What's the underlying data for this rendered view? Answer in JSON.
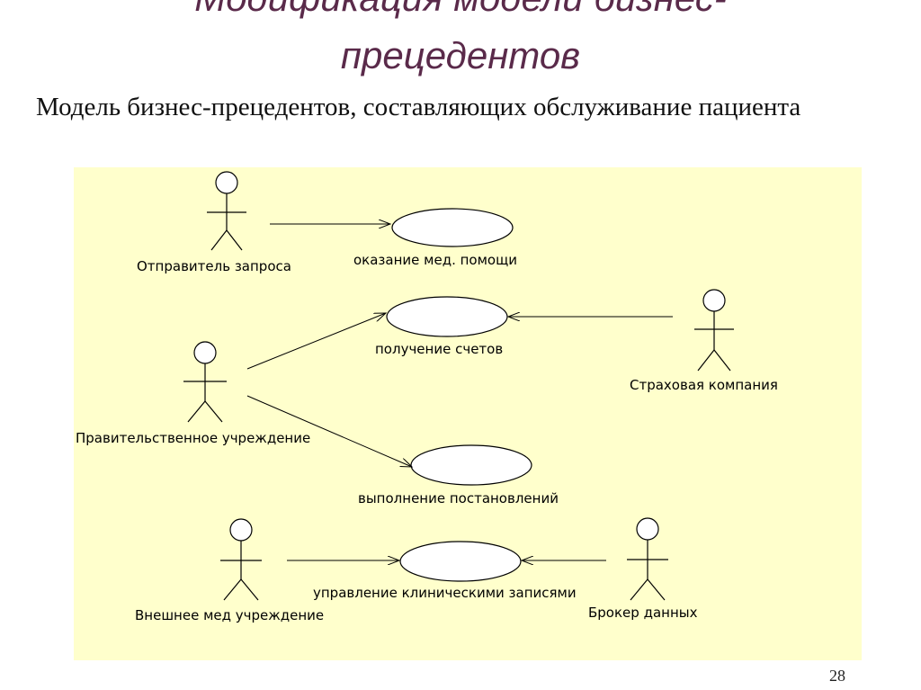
{
  "slide": {
    "title_line1": "Модификация модели бизнес-",
    "title_line2": "прецедентов",
    "subtitle": "Модель бизнес-прецедентов, составляющих обслуживание пациента",
    "page_number": "28"
  },
  "diagram": {
    "background_color": "#ffffcc",
    "actors": [
      {
        "label": "Отправитель запроса"
      },
      {
        "label": "Правительственное учреждение"
      },
      {
        "label": "Страховая компания"
      },
      {
        "label": "Внешнее мед учреждение"
      },
      {
        "label": "Брокер данных"
      }
    ],
    "use_cases": [
      {
        "label": "оказание мед. помощи"
      },
      {
        "label": "получение счетов"
      },
      {
        "label": "выполнение постановлений"
      },
      {
        "label": "управление клиническими записями"
      }
    ]
  }
}
